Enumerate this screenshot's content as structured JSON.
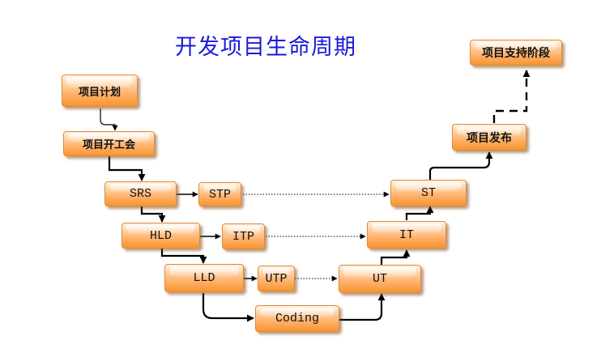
{
  "diagram": {
    "title": "开发项目生命周期",
    "nodes": {
      "planning": "项目计划",
      "kickoff": "项目开工会",
      "srs": "SRS",
      "stp": "STP",
      "st": "ST",
      "hld": "HLD",
      "itp": "ITP",
      "it": "IT",
      "lld": "LLD",
      "utp": "UTP",
      "ut": "UT",
      "coding": "Coding",
      "release": "项目发布",
      "support": "项目支持阶段"
    }
  }
}
